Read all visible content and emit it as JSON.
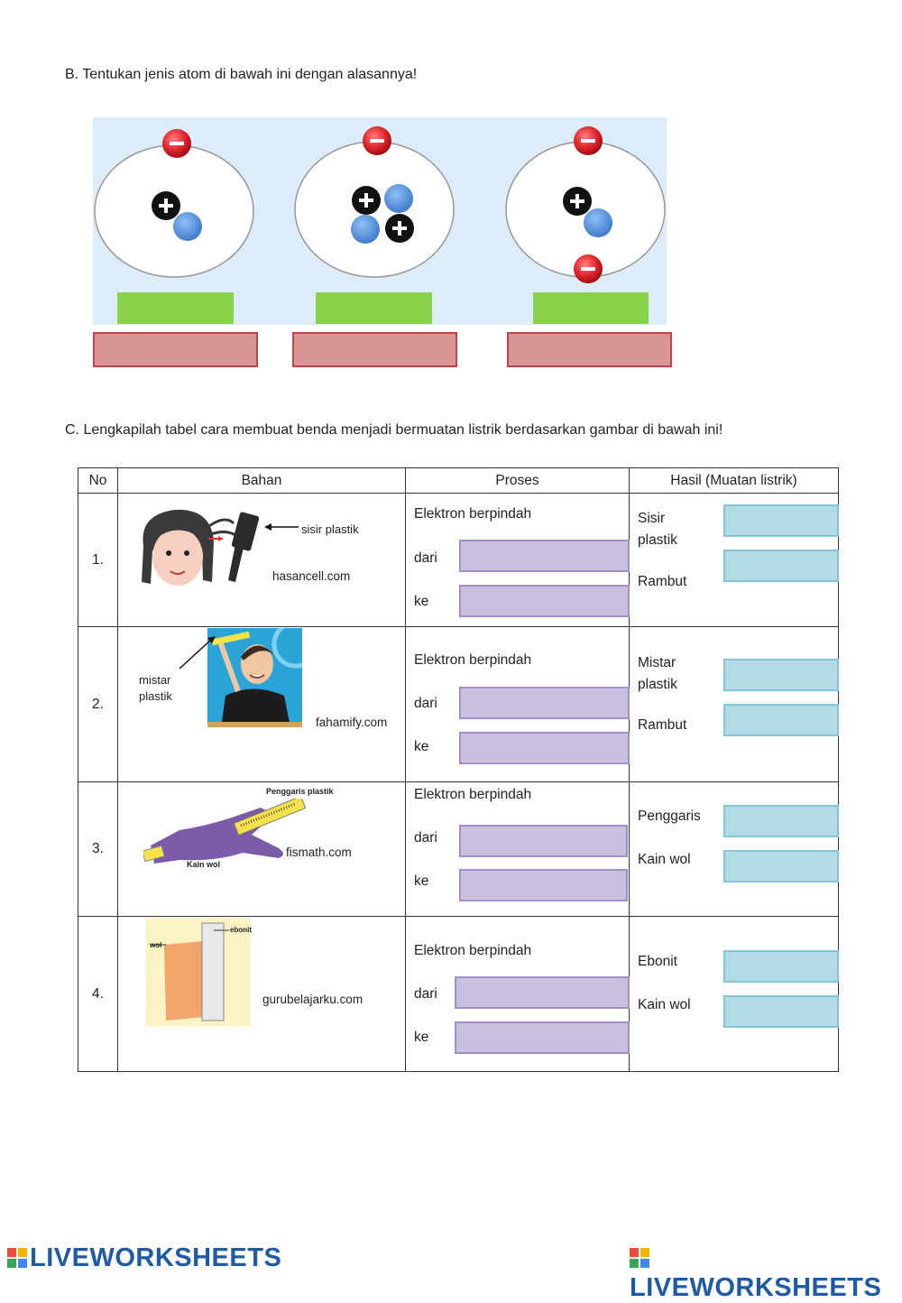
{
  "sectionB": {
    "heading": "B.  Tentukan jenis atom di bawah ini dengan alasannya!",
    "atoms": [
      {
        "protons": 1,
        "neutrons": 1,
        "electrons": 1
      },
      {
        "protons": 2,
        "neutrons": 2,
        "electrons": 1
      },
      {
        "protons": 1,
        "neutrons": 1,
        "electrons": 2
      }
    ],
    "proton_symbol": "+",
    "electron_symbol": "−"
  },
  "sectionC": {
    "heading": "C.  Lengkapilah tabel cara membuat benda menjadi bermuatan listrik berdasarkan gambar  di bawah ini!",
    "headers": {
      "no": "No",
      "bahan": "Bahan",
      "proses": "Proses",
      "hasil": "Hasil (Muatan listrik)"
    },
    "proses_title": "Elektron berpindah",
    "dari": "dari",
    "ke": "ke",
    "rows": [
      {
        "no": "1.",
        "label": "sisir plastik",
        "credit": "hasancell.com",
        "hasil1": "Sisir\nplastik",
        "hasil2": "Rambut"
      },
      {
        "no": "2.",
        "label": "mistar\nplastik",
        "credit": "fahamify.com",
        "hasil1": "Mistar\nplastik",
        "hasil2": "Rambut"
      },
      {
        "no": "3.",
        "label": "Penggaris plastik",
        "label2": "Kain wol",
        "credit": "fismath.com",
        "hasil1": "Penggaris",
        "hasil2": "Kain wol"
      },
      {
        "no": "4.",
        "label": "ebonit",
        "label2": "wol",
        "credit": "gurubelajarku.com",
        "hasil1": "Ebonit",
        "hasil2": "Kain wol"
      }
    ]
  },
  "footer": {
    "logo_left": "LIVEWORKSHEETS",
    "logo_right": "LIVEWORKSHEETS"
  },
  "colors": {
    "electron": "#e0252b",
    "proton": "#111111",
    "neutron": "#4f8fd6",
    "green_box": "#8ad24a",
    "red_box": "#d99593",
    "purple_box": "#cbbfdf",
    "blue_box": "#b3dbe6"
  }
}
